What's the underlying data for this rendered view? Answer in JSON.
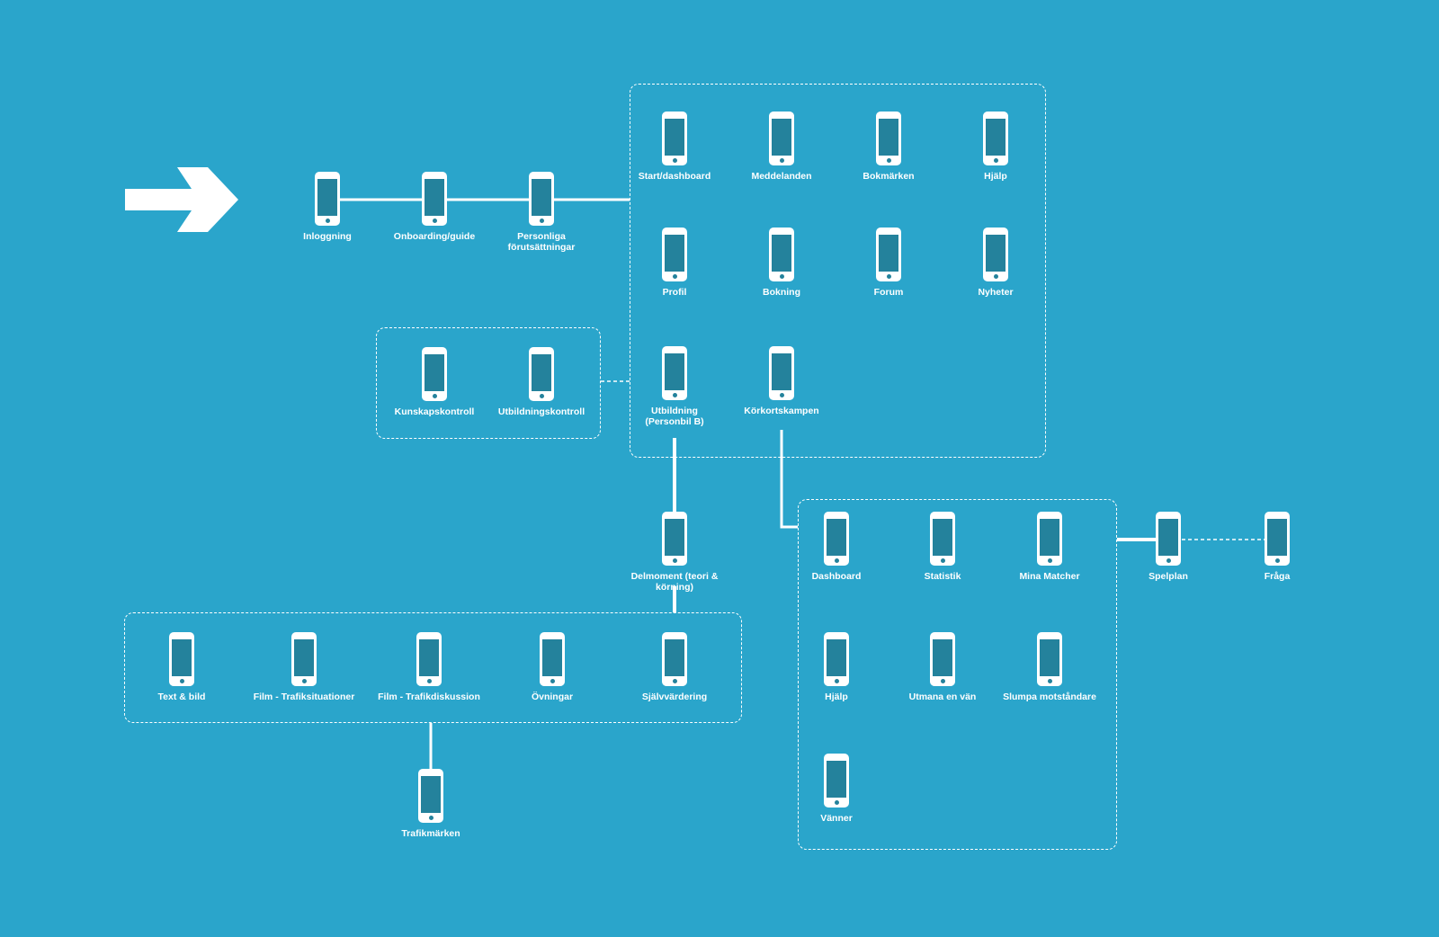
{
  "colors": {
    "background": "#2aa5cb",
    "line": "#ffffff",
    "phone_body": "#ffffff",
    "phone_screen": "#24829c"
  },
  "icons": {
    "entry": "arrow-right-icon",
    "screen": "smartphone-icon"
  },
  "nodes": {
    "inloggning": "Inloggning",
    "onboarding": "Onboarding/guide",
    "personliga": "Personliga\nförutsättningar",
    "start": "Start/dashboard",
    "meddelanden": "Meddelanden",
    "bokmarken": "Bokmärken",
    "hjalp_main": "Hjälp",
    "profil": "Profil",
    "bokning": "Bokning",
    "forum": "Forum",
    "nyheter": "Nyheter",
    "utbildning": "Utbildning\n(Personbil B)",
    "korkortskampen": "Körkortskampen",
    "kunskapskontroll": "Kunskapskontroll",
    "utbildningskontroll": "Utbildningskontroll",
    "delmoment": "Delmoment (teori & körning)",
    "text_bild": "Text & bild",
    "film_situationer": "Film - Trafiksituationer",
    "film_diskussion": "Film - Trafikdiskussion",
    "ovningar": "Övningar",
    "sjalvvardering": "Självvärdering",
    "trafikmarken": "Trafikmärken",
    "dashboard": "Dashboard",
    "statistik": "Statistik",
    "mina_matcher": "Mina Matcher",
    "hjalp_game": "Hjälp",
    "utmana": "Utmana en vän",
    "slumpa": "Slumpa motståndare",
    "vanner": "Vänner",
    "spelplan": "Spelplan",
    "fraga": "Fråga"
  }
}
